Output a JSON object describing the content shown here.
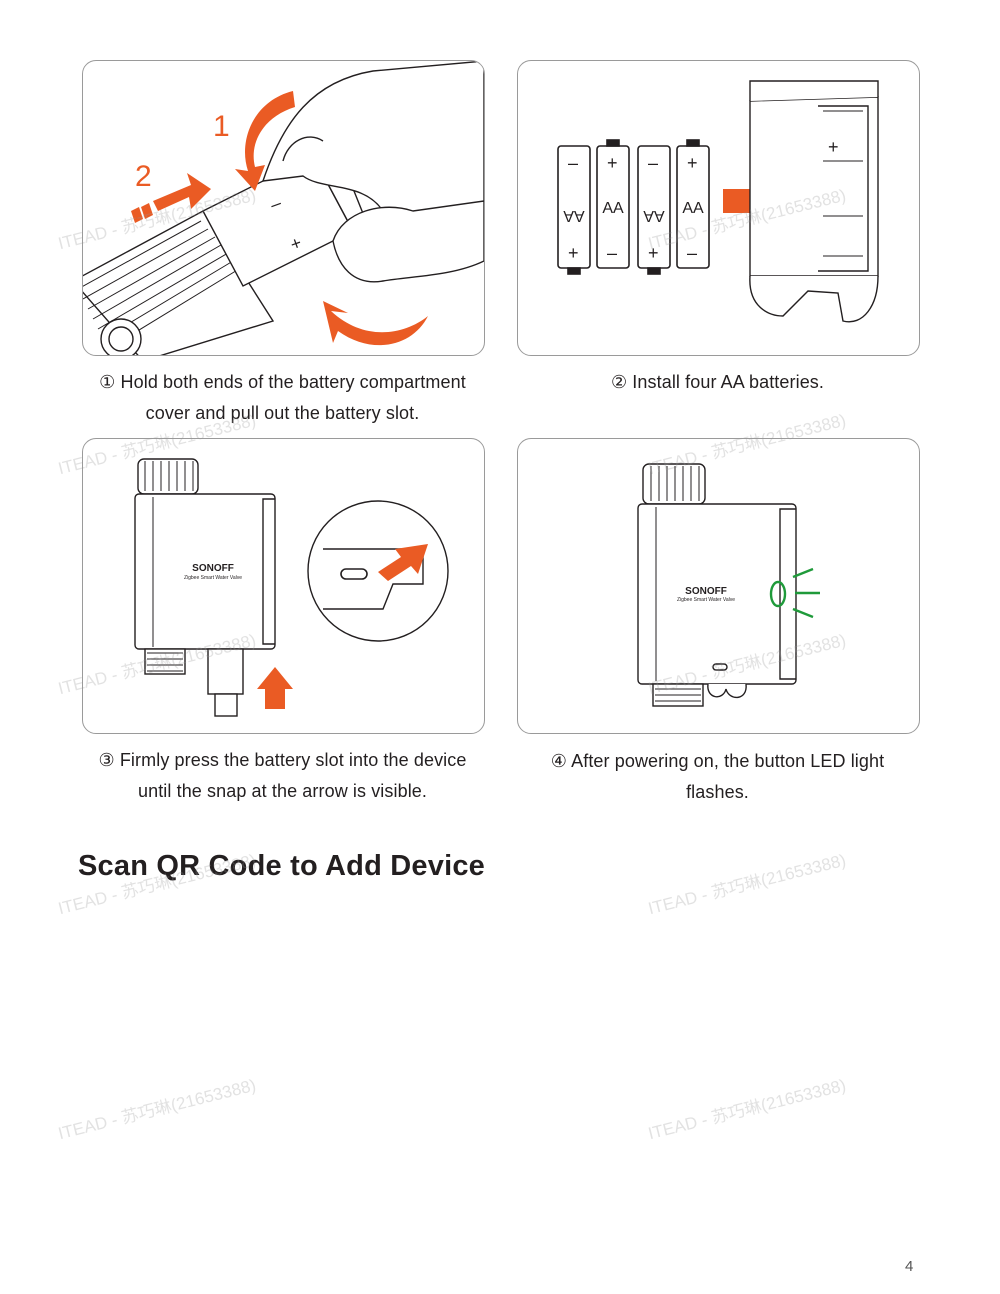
{
  "steps": [
    {
      "line1": "① Hold both ends of the battery compartment",
      "line2": "cover and pull out the battery slot."
    },
    {
      "line1": "② Install four AA batteries.",
      "line2": ""
    },
    {
      "line1": "③ Firmly press the battery slot into the device",
      "line2": "until the snap at the arrow is visible."
    },
    {
      "line1": "④ After powering on, the button LED light",
      "line2": "flashes."
    }
  ],
  "figure1": {
    "step_number_1": "1",
    "step_number_2": "2"
  },
  "figure2": {
    "battery_labels": [
      "AA",
      "AA",
      "AA",
      "AA"
    ]
  },
  "device": {
    "brand": "SONOFF",
    "model": "Zigbee Smart Water Valve"
  },
  "section_title": "Scan QR Code to Add Device",
  "page_number": "4",
  "watermark": "ITEAD - 苏巧琳(21653388)",
  "colors": {
    "accent_orange": "#ea5b24",
    "led_green": "#1f9a3a",
    "line": "#231f20"
  }
}
